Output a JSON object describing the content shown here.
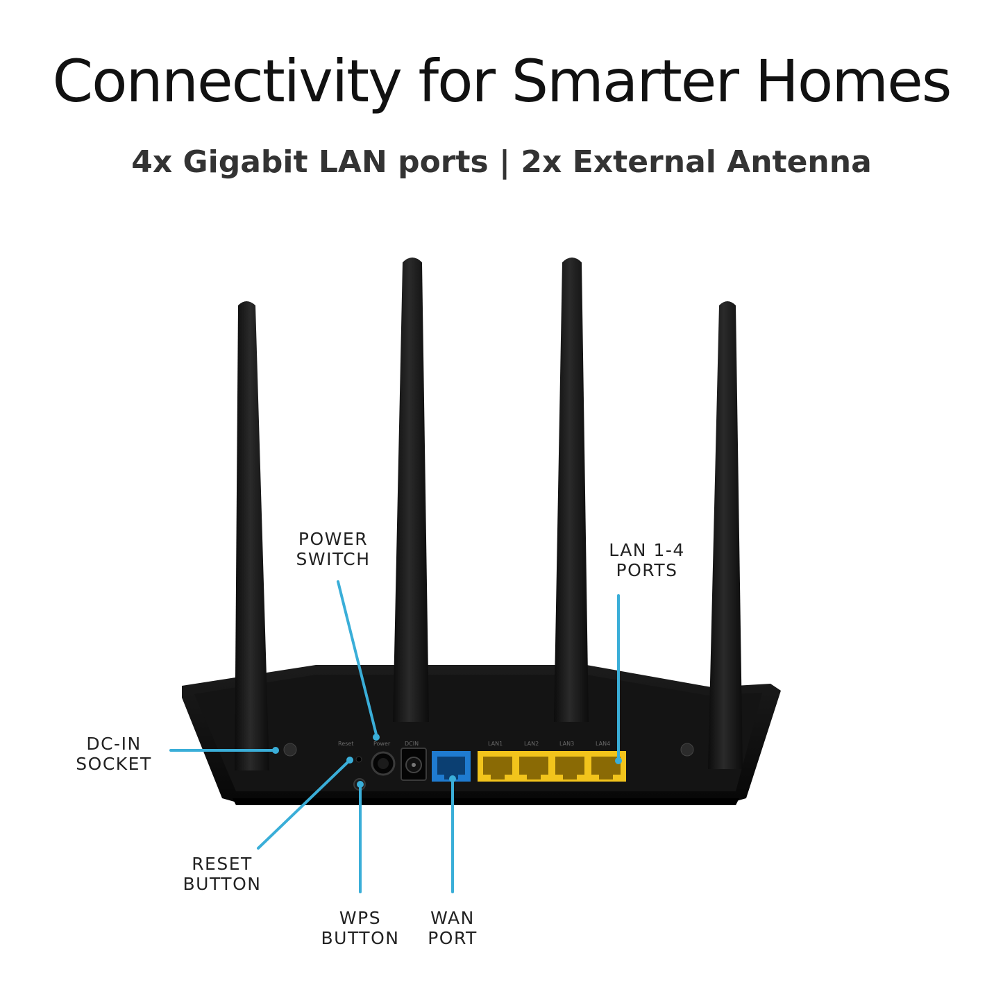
{
  "headline": "Connectivity for Smarter Homes",
  "subline": "4x Gigabit LAN ports | 2x External Antenna",
  "colors": {
    "callout_line": "#3aaed8",
    "router_body": "#0f0f0f",
    "antenna": "#1a1a1a",
    "lan_port": "#f2c41c",
    "wan_port": "#1f7bd0"
  },
  "port_labels": {
    "reset": "Reset",
    "power": "Power",
    "dcin": "DCIN",
    "lan1": "LAN1",
    "lan2": "LAN2",
    "lan3": "LAN3",
    "lan4": "LAN4"
  },
  "callouts": {
    "power_switch": {
      "line1": "POWER",
      "line2": "SWITCH"
    },
    "lan_ports": {
      "line1": "LAN 1-4",
      "line2": "PORTS"
    },
    "dc_in": {
      "line1": "DC-IN",
      "line2": "SOCKET"
    },
    "reset_button": {
      "line1": "RESET",
      "line2": "BUTTON"
    },
    "wps_button": {
      "line1": "WPS",
      "line2": "BUTTON"
    },
    "wan_port": {
      "line1": "WAN",
      "line2": "PORT"
    }
  }
}
